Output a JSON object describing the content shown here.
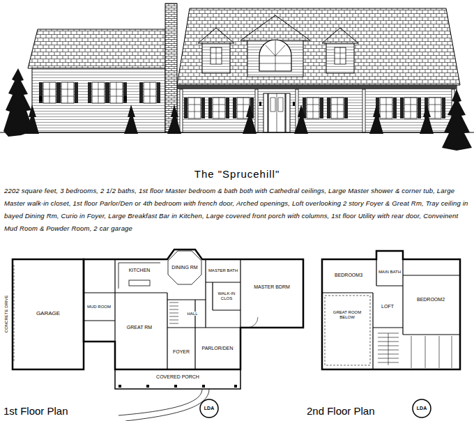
{
  "diagram": {
    "title": "The \"Sprucehill\"",
    "caption": "2202 square feet, 3 bedrooms, 2 1/2 baths, 1st floor Master bedroom & bath both with Cathedral ceilings, Large Master shower & corner tub, Large Master walk-in closet, 1st floor Parlor/Den or 4th bedroom with french door, Arched openings, Loft overlooking 2 story Foyer & Great Rm, Tray ceiling in bayed Dining Rm, Curio in Foyer, Large Breakfast Bar in Kitchen, Large covered front porch with columns, 1st floor Utility with rear door, Conveinent Mud Room & Powder Room, 2 car garage",
    "nodes": [
      {
        "text": [
          "GARAGE"
        ]
      },
      {
        "text": [
          "KITCHEN"
        ]
      },
      {
        "text": [
          "DINING RM"
        ]
      },
      {
        "text": [
          "MASTER BATH"
        ]
      },
      {
        "text": [
          "MASTER BDRM"
        ]
      },
      {
        "text": [
          "MUD ROOM"
        ]
      },
      {
        "text": [
          "WALK-IN CLOS"
        ]
      },
      {
        "text": [
          "GREAT RM"
        ]
      },
      {
        "text": [
          "HALL"
        ]
      },
      {
        "text": [
          "FOYER"
        ]
      },
      {
        "text": [
          "PARLOR/DEN"
        ]
      },
      {
        "text": [
          "COVERED PORCH"
        ]
      },
      {
        "text": [
          "BEDROOM3"
        ]
      },
      {
        "text": [
          "MAIN BATH"
        ]
      },
      {
        "text": [
          "LOFT"
        ]
      },
      {
        "text": [
          "BEDROOM2"
        ]
      },
      {
        "text": [
          "GREAT ROOM BELOW"
        ]
      }
    ],
    "labels": [
      "CONCRETE DRIVE",
      "1st Floor Plan",
      "LDA",
      "2nd Floor Plan",
      "LDA"
    ]
  }
}
